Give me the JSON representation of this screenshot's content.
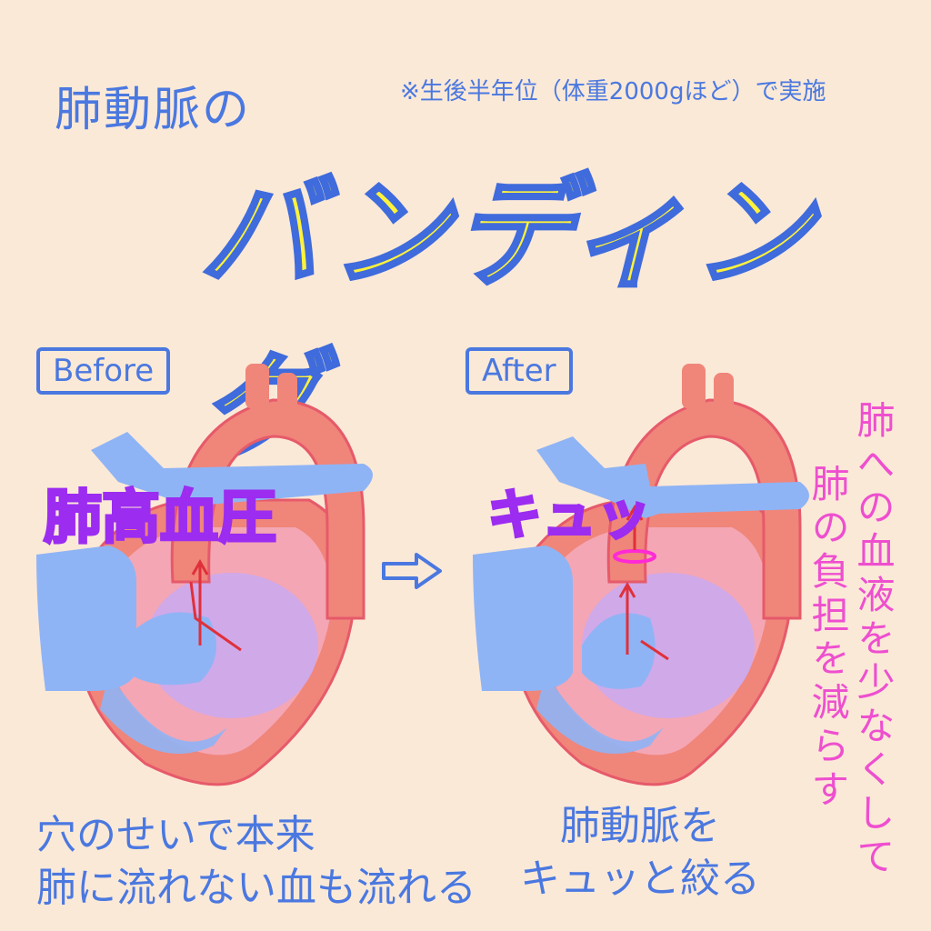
{
  "header": {
    "subtitle": "肺動脈の",
    "note": "※生後半年位（体重2000gほど）で実施",
    "title": "バンディング"
  },
  "before": {
    "label": "Before",
    "overlay": "肺高血圧",
    "caption_line1": "穴のせいで本来",
    "caption_line2": "肺に流れない血も流れる"
  },
  "after": {
    "label": "After",
    "overlay": "キュッ",
    "caption_line1": "肺動脈を",
    "caption_line2": "キュッと絞る"
  },
  "side_note": {
    "line1": "肺への血液を少なくして",
    "line2": "肺の負担を減らす"
  },
  "colors": {
    "aorta": "#f0857a",
    "aorta_dark": "#e65a6a",
    "vein_blue": "#8fb4f5",
    "chamber_purple": "#c9a9f2",
    "chamber_pink": "#f4a6b4",
    "text_blue": "#4a78e0",
    "accent_pink": "#ff2ad6",
    "title_yellow": "#fff23a"
  }
}
